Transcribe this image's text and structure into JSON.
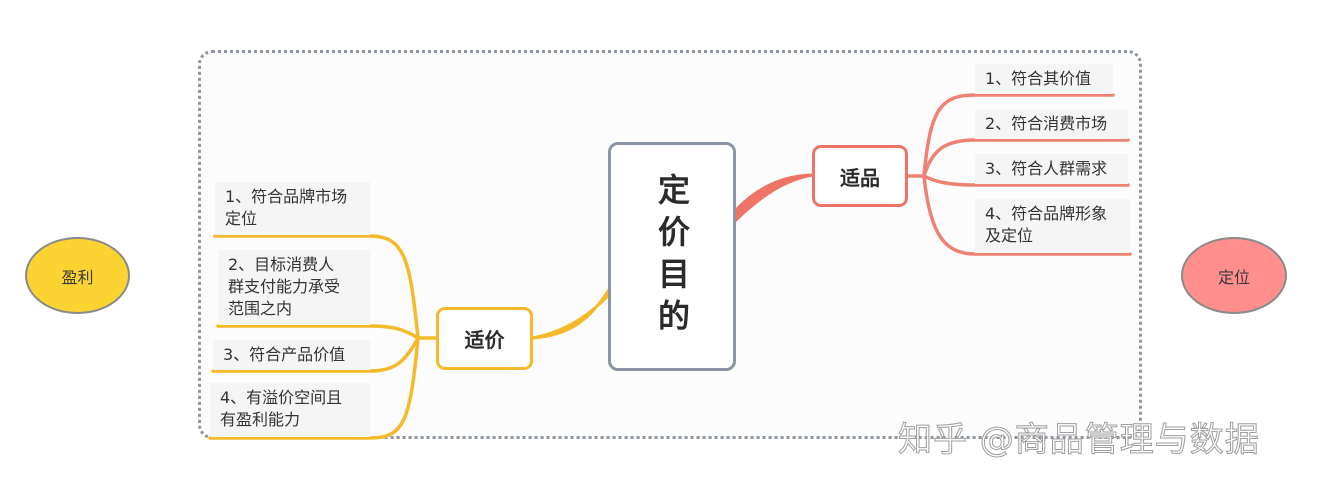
{
  "central_topic": {
    "label": "定价目的",
    "border_color": "#8a94a3"
  },
  "branches": {
    "left": {
      "label": "适价",
      "color": "#f5b929",
      "subtopics": [
        {
          "label": "1、符合品牌市场\n定位"
        },
        {
          "label": "2、目标消费人\n群支付能力承受\n范围之内"
        },
        {
          "label": "3、符合产品价值"
        },
        {
          "label": "4、有溢价空间且\n有盈利能力"
        }
      ]
    },
    "right": {
      "label": "适品",
      "color": "#ee7466",
      "subtopics": [
        {
          "label": "1、符合其价值"
        },
        {
          "label": "2、符合消费市场"
        },
        {
          "label": "3、符合人群需求"
        },
        {
          "label": "4、符合品牌形象\n及定位"
        }
      ]
    }
  },
  "floating_topics": {
    "left": {
      "label": "盈利",
      "fill": "#fcd431"
    },
    "right": {
      "label": "定位",
      "fill": "#ff8e8c"
    }
  },
  "watermark": {
    "text": "知乎 @商品管理与数据"
  }
}
